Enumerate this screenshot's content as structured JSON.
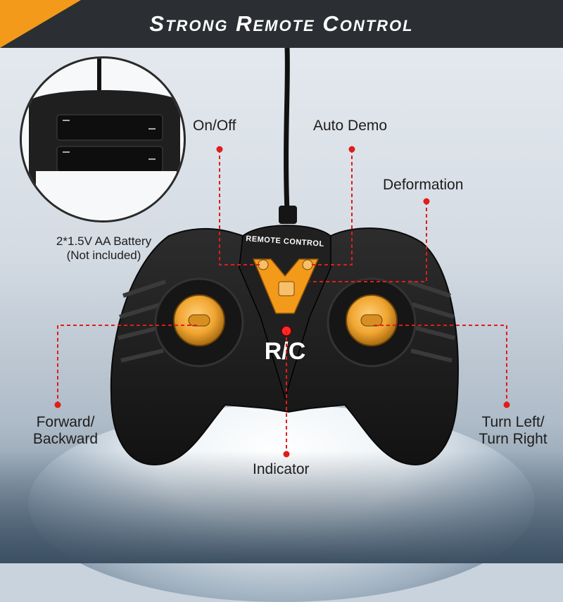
{
  "header": {
    "title": "Strong Remote Control"
  },
  "callouts": {
    "on_off": "On/Off",
    "auto_demo": "Auto Demo",
    "deformation": "Deformation",
    "battery_line1": "2*1.5V AA Battery",
    "battery_line2": "(Not included)",
    "forward_line1": "Forward/",
    "forward_line2": "Backward",
    "turn_line1": "Turn Left/",
    "turn_line2": "Turn Right",
    "indicator": "Indicator"
  },
  "controller": {
    "top_label": "REMOTE CONTROL",
    "logo": "R/C"
  },
  "colors": {
    "accent": "#f39a1b",
    "callout_line": "#e21b1b",
    "header_bg": "#2b2f33",
    "controller_body": "#1c1c1c",
    "stick": "#f0a531"
  }
}
